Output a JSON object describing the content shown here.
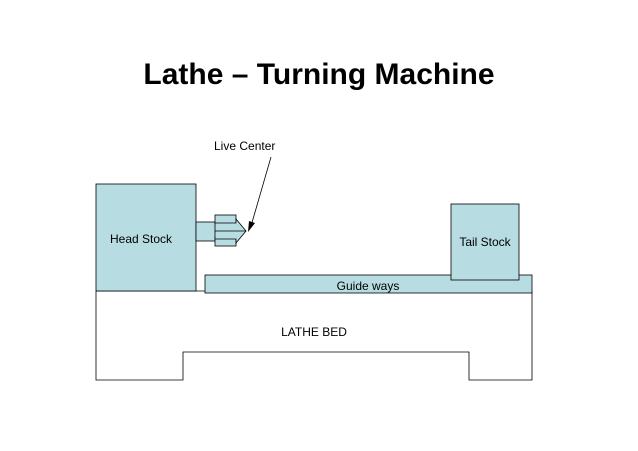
{
  "slide": {
    "title": "Lathe – Turning Machine"
  },
  "diagram": {
    "labels": {
      "live_center": "Live Center",
      "head_stock": "Head Stock",
      "tail_stock": "Tail Stock",
      "guide_ways": "Guide ways",
      "lathe_bed": "LATHE  BED"
    },
    "colors": {
      "component_fill": "#b7dde2",
      "stroke": "#000000",
      "bed_fill": "#ffffff"
    }
  }
}
